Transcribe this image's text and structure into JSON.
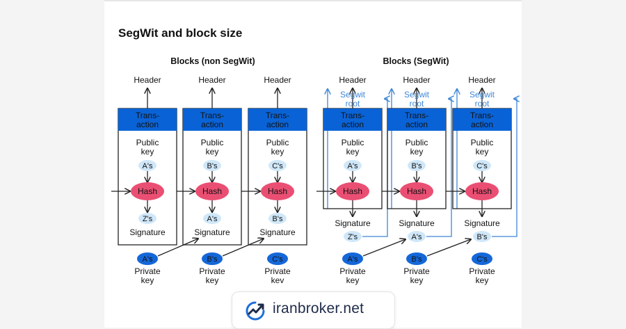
{
  "title": "SegWit and block size",
  "legacy": {
    "heading": "Blocks (non SegWit)",
    "blocks": [
      {
        "header": "Header",
        "tx_line1": "Trans-",
        "tx_line2": "action",
        "pk_line1": "Public",
        "pk_line2": "key",
        "pubkey": "A's",
        "hash": "Hash",
        "sig_value": "Z's",
        "sig_label": "Signature",
        "privkey": "A's",
        "priv_line1": "Private",
        "priv_line2": "key"
      },
      {
        "header": "Header",
        "tx_line1": "Trans-",
        "tx_line2": "action",
        "pk_line1": "Public",
        "pk_line2": "key",
        "pubkey": "B's",
        "hash": "Hash",
        "sig_value": "A's",
        "sig_label": "Signature",
        "privkey": "B's",
        "priv_line1": "Private",
        "priv_line2": "key"
      },
      {
        "header": "Header",
        "tx_line1": "Trans-",
        "tx_line2": "action",
        "pk_line1": "Public",
        "pk_line2": "key",
        "pubkey": "C's",
        "hash": "Hash",
        "sig_value": "B's",
        "sig_label": "Signature",
        "privkey": "C's",
        "priv_line1": "Private",
        "priv_line2": "kev"
      }
    ]
  },
  "segwit": {
    "heading": "Blocks (SegWit)",
    "blocks": [
      {
        "header": "Header",
        "root_line1": "Segwit",
        "root_line2": "root",
        "tx_line1": "Trans-",
        "tx_line2": "action",
        "pk_line1": "Public",
        "pk_line2": "key",
        "pubkey": "A's",
        "hash": "Hash",
        "sig_label": "Signature",
        "sig_value": "Z's",
        "privkey": "A's",
        "priv_line1": "Private",
        "priv_line2": "key"
      },
      {
        "header": "Header",
        "root_line1": "Segwit",
        "root_line2": "root",
        "tx_line1": "Trans-",
        "tx_line2": "action",
        "pk_line1": "Public",
        "pk_line2": "key",
        "pubkey": "B's",
        "hash": "Hash",
        "sig_label": "Signature",
        "sig_value": "A's",
        "privkey": "B's",
        "priv_line1": "Private",
        "priv_line2": "key"
      },
      {
        "header": "Header",
        "root_line1": "Segwit",
        "root_line2": "root",
        "tx_line1": "Trans-",
        "tx_line2": "action",
        "pk_line1": "Public",
        "pk_line2": "key",
        "pubkey": "C's",
        "hash": "Hash",
        "sig_label": "Signature",
        "sig_value": "B's",
        "privkey": "C's",
        "priv_line1": "Private",
        "priv_line2": "key"
      }
    ]
  },
  "watermark": {
    "text": "iranbroker.net",
    "icon": "chart-growth-logo-icon"
  },
  "colors": {
    "tx_blue": "#0a63d6",
    "priv_blue": "#1467d8",
    "pub_light": "#cfe7f8",
    "hash_pink": "#ea4f73",
    "segwit_link": "#3d86d6",
    "text": "#111111"
  }
}
